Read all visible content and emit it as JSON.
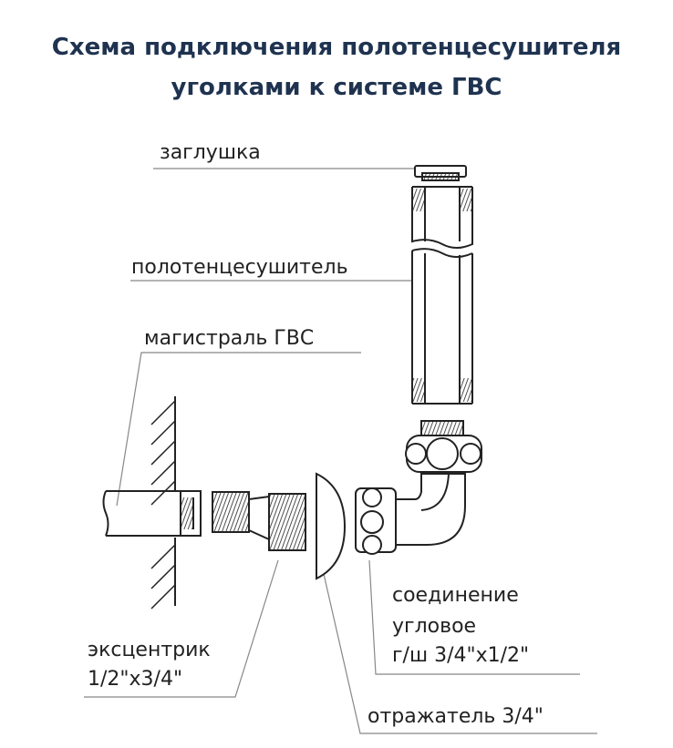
{
  "title": {
    "line1": "Схема подключения полотенцесушителя",
    "line2": "уголками к системе ГВС"
  },
  "labels": {
    "plug": "заглушка",
    "towel_dryer": "полотенцесушитель",
    "main_line": "магистраль ГВС",
    "connection_line1": "соединение",
    "connection_line2": "угловое",
    "connection_line3": "г/ш 3/4\"x1/2\"",
    "eccentric_line1": "эксцентрик",
    "eccentric_line2": "1/2\"x3/4\"",
    "reflector": "отражатель 3/4\""
  },
  "colors": {
    "title": "#1f3350",
    "line": "#222222",
    "leader": "#888888"
  }
}
